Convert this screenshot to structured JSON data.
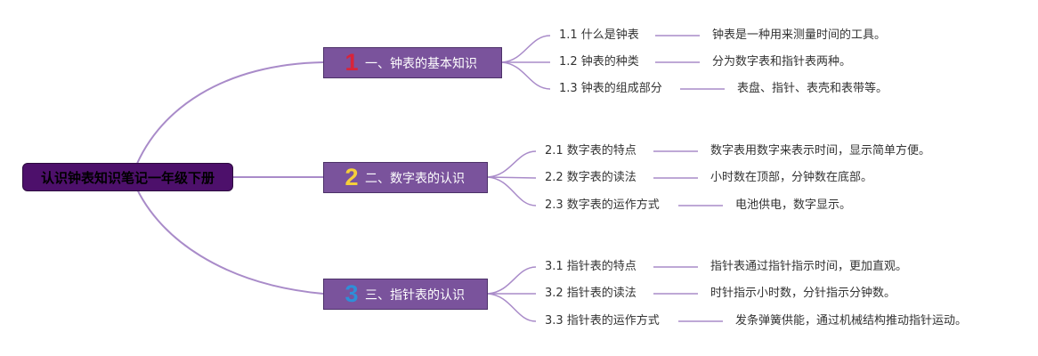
{
  "root": {
    "label": "认识钟表知识笔记一年级下册"
  },
  "branches": [
    {
      "number": "1",
      "number_color": "#d8243a",
      "label": "一、钟表的基本知识",
      "items": [
        {
          "label": "1.1 什么是钟表",
          "desc": "钟表是一种用来测量时间的工具。"
        },
        {
          "label": "1.2 钟表的种类",
          "desc": "分为数字表和指针表两种。"
        },
        {
          "label": "1.3 钟表的组成部分",
          "desc": "表盘、指针、表壳和表带等。"
        }
      ]
    },
    {
      "number": "2",
      "number_color": "#f5cf3a",
      "label": "二、数字表的认识",
      "items": [
        {
          "label": "2.1 数字表的特点",
          "desc": "数字表用数字来表示时间，显示简单方便。"
        },
        {
          "label": "2.2 数字表的读法",
          "desc": "小时数在顶部，分钟数在底部。"
        },
        {
          "label": "2.3 数字表的运作方式",
          "desc": "电池供电，数字显示。"
        }
      ]
    },
    {
      "number": "3",
      "number_color": "#2e8fd8",
      "label": "三、指针表的认识",
      "items": [
        {
          "label": "3.1 指针表的特点",
          "desc": "指针表通过指针指示时间，更加直观。"
        },
        {
          "label": "3.2 指针表的读法",
          "desc": "时针指示小时数，分针指示分钟数。"
        },
        {
          "label": "3.3 指针表的运作方式",
          "desc": "发条弹簧供能，通过机械结构推动指针运动。"
        }
      ]
    }
  ],
  "colors": {
    "connector": "#a98bc9",
    "root_fill": "#4d106b",
    "branch_fill": "#7a539c"
  }
}
